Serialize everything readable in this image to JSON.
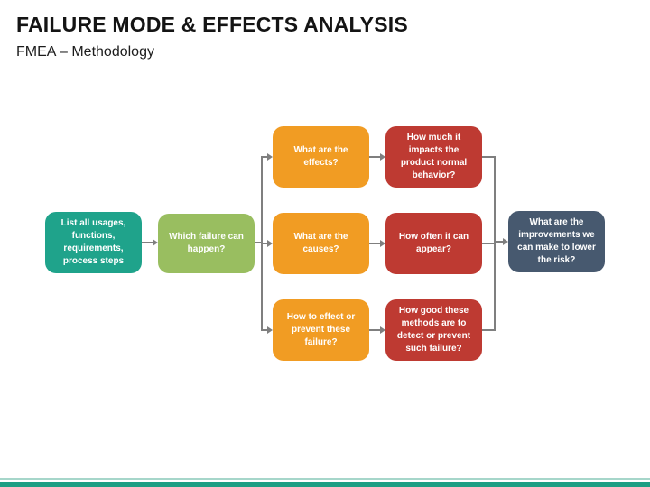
{
  "slide": {
    "title": "FAILURE MODE & EFFECTS ANALYSIS",
    "subtitle": "FMEA – Methodology"
  },
  "colors": {
    "teal": "#1FA38B",
    "green": "#99BE60",
    "orange": "#F19C23",
    "red": "#BE3A32",
    "navy": "#47596F",
    "connector": "#7F7F7F",
    "footer_bar": "#1C9E83",
    "footer_line": "#A6D6CA"
  },
  "diagram": {
    "nodes": [
      {
        "id": "list-usages",
        "label": "List all usages, functions, requirements, process steps",
        "color": "teal"
      },
      {
        "id": "which-failure",
        "label": "Which failure can happen?",
        "color": "green"
      },
      {
        "id": "effects",
        "label": "What are the effects?",
        "color": "orange"
      },
      {
        "id": "causes",
        "label": "What are the causes?",
        "color": "orange"
      },
      {
        "id": "prevent",
        "label": "How to effect or prevent these failure?",
        "color": "orange"
      },
      {
        "id": "impact",
        "label": "How much it impacts the product normal behavior?",
        "color": "red"
      },
      {
        "id": "frequency",
        "label": "How often it can appear?",
        "color": "red"
      },
      {
        "id": "detection",
        "label": "How good these methods are to detect or prevent such failure?",
        "color": "red"
      },
      {
        "id": "improvements",
        "label": "What are the improvements we can make to lower the risk?",
        "color": "navy"
      }
    ],
    "edges": [
      {
        "from": "list-usages",
        "to": "which-failure"
      },
      {
        "from": "which-failure",
        "to": "effects"
      },
      {
        "from": "which-failure",
        "to": "causes"
      },
      {
        "from": "which-failure",
        "to": "prevent"
      },
      {
        "from": "effects",
        "to": "impact"
      },
      {
        "from": "causes",
        "to": "frequency"
      },
      {
        "from": "prevent",
        "to": "detection"
      },
      {
        "from": "impact",
        "to": "improvements"
      },
      {
        "from": "frequency",
        "to": "improvements"
      },
      {
        "from": "detection",
        "to": "improvements"
      }
    ]
  }
}
